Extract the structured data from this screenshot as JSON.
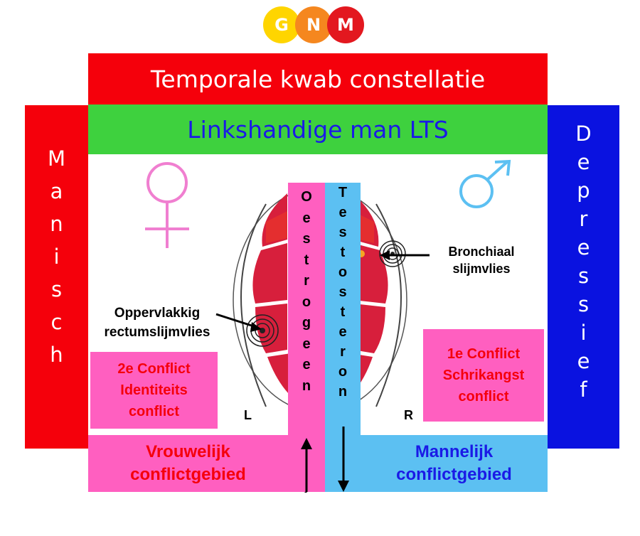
{
  "logo": {
    "letters": [
      "G",
      "N",
      "M"
    ],
    "colors": [
      "#ffd500",
      "#f5871f",
      "#e3181f"
    ]
  },
  "title": "Temporale kwab constellatie",
  "subtitle": "Linkshandige man LTS",
  "left_side": {
    "letters": [
      "M",
      "a",
      "n",
      "i",
      "s",
      "c",
      "h"
    ],
    "color": "#f5000b"
  },
  "right_side": {
    "letters": [
      "D",
      "e",
      "p",
      "r",
      "e",
      "s",
      "s",
      "i",
      "e",
      "f"
    ],
    "color": "#0a12e0"
  },
  "symbols": {
    "female": "female-symbol",
    "male": "male-symbol",
    "female_color": "#f07fd0",
    "male_color": "#5cc0f2"
  },
  "center_strips": {
    "left": {
      "letters": [
        "O",
        "e",
        "s",
        "t",
        "r",
        "o",
        "g",
        "e",
        "e",
        "n"
      ],
      "color": "#ff5fc0"
    },
    "right": {
      "letters": [
        "T",
        "e",
        "s",
        "t",
        "o",
        "s",
        "t",
        "e",
        "r",
        "o",
        "n"
      ],
      "color": "#5cc0f2"
    }
  },
  "labels": {
    "bronchiaal": [
      "Bronchiaal",
      "slijmvlies"
    ],
    "rectum": [
      "Oppervlakkig",
      "rectumslijmvlies"
    ],
    "brain_left": "L",
    "brain_right": "R"
  },
  "conflict_left": [
    "2e Conflict",
    "Identiteits",
    "conflict"
  ],
  "conflict_right": [
    "1e Conflict",
    "Schrikangst",
    "conflict"
  ],
  "bottom_left": {
    "lines": [
      "Vrouwelijk",
      "conflictgebied"
    ],
    "text_color": "#f5000b",
    "bg": "#ff5fc0"
  },
  "bottom_right": {
    "lines": [
      "Mannelijk",
      "conflictgebied"
    ],
    "text_color": "#1a1ae6",
    "bg": "#5cc0f2"
  },
  "colors": {
    "red": "#f5000b",
    "green": "#3ed13e",
    "blue": "#0a12e0",
    "brain_red": "#d71f3c"
  }
}
